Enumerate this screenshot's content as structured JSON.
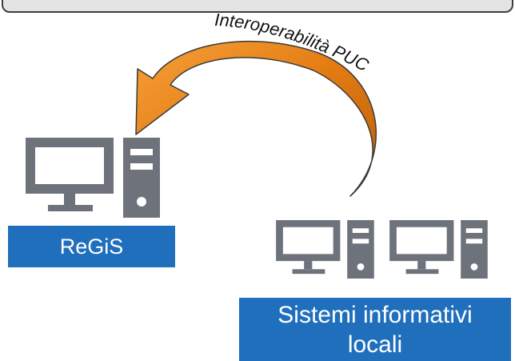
{
  "arrow_label": "Interoperabilità PUC",
  "regis_label": "ReGiS",
  "local_systems_label": {
    "line1": "Sistemi informativi",
    "line2": "locali"
  },
  "colors": {
    "arrow_fill": "#e37b12",
    "arrow_dark": "#8a4a0c",
    "computer_gray": "#6e727b",
    "label_blue": "#1f6fbd"
  },
  "icons": [
    "desktop-computer-icon",
    "desktop-computer-icon",
    "desktop-computer-icon"
  ]
}
